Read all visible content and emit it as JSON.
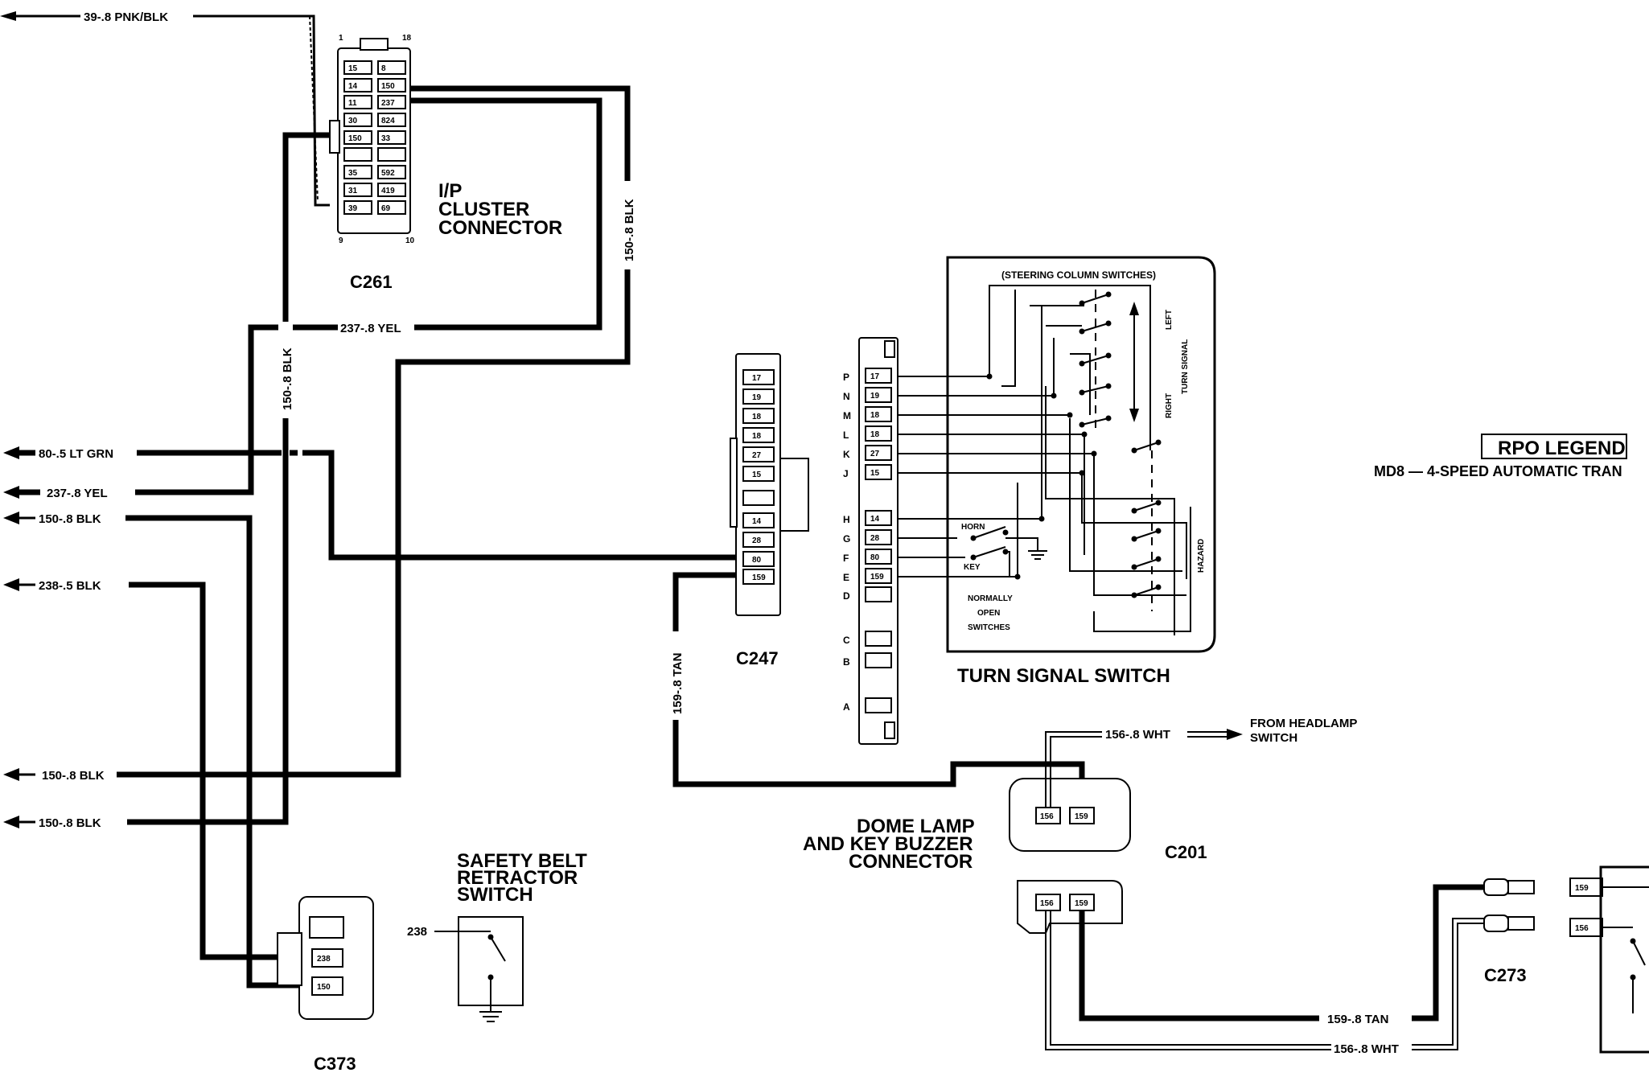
{
  "wires_left": [
    {
      "id": "w39",
      "label": "39-.8 PNK/BLK"
    },
    {
      "id": "w80",
      "label": "80-.5 LT GRN"
    },
    {
      "id": "w237",
      "label": "237-.8 YEL"
    },
    {
      "id": "w150a",
      "label": "150-.8 BLK"
    },
    {
      "id": "w238",
      "label": "238-.5 BLK"
    },
    {
      "id": "w150b",
      "label": "150-.8 BLK"
    },
    {
      "id": "w150c",
      "label": "150-.8 BLK"
    }
  ],
  "inline_labels": {
    "l237": "237-.8 YEL",
    "l150v": "150-.8 BLK",
    "l150v2": "150-.8 BLK",
    "l159tan": "159-.8 TAN",
    "l156wht": "156-.8 WHT",
    "l159tan2": "159-.8 TAN",
    "l156wht2": "156-.8 WHT",
    "l238": "238"
  },
  "c261": {
    "id": "C261",
    "title_lines": [
      "I/P",
      "CLUSTER",
      "CONNECTOR"
    ],
    "corner_nums": [
      "1",
      "18",
      "9",
      "10"
    ],
    "left_pins": [
      "15",
      "14",
      "11",
      "30",
      "150",
      "",
      "35",
      "31",
      "39"
    ],
    "right_pins": [
      "8",
      "150",
      "237",
      "824",
      "33",
      "",
      "592",
      "419",
      "69"
    ]
  },
  "c247": {
    "id": "C247",
    "pins": [
      "17",
      "19",
      "18",
      "18",
      "27",
      "15",
      "",
      "14",
      "28",
      "80",
      "159"
    ]
  },
  "tss": {
    "title": "TURN SIGNAL SWITCH",
    "header": "(STEERING COLUMN SWITCHES)",
    "letters": [
      "P",
      "N",
      "M",
      "L",
      "K",
      "J",
      "H",
      "G",
      "F",
      "E",
      "D",
      "C",
      "B",
      "A"
    ],
    "pins": [
      "17",
      "19",
      "18",
      "18",
      "27",
      "15",
      "14",
      "28",
      "80",
      "159"
    ],
    "horn": "HORN",
    "key": "KEY",
    "left": "LEFT",
    "right": "RIGHT",
    "turn_signal": "TURN SIGNAL",
    "hazard": "HAZARD",
    "note_lines": [
      "NORMALLY",
      "OPEN",
      "SWITCHES"
    ]
  },
  "rpo": {
    "title": "RPO LEGEND",
    "line": "MD8 — 4-SPEED AUTOMATIC TRAN"
  },
  "c201": {
    "id": "C201",
    "title_lines": [
      "DOME LAMP",
      "AND KEY BUZZER",
      "CONNECTOR"
    ],
    "pins_top": [
      "156",
      "159"
    ],
    "pins_bottom": [
      "156",
      "159"
    ],
    "from_lines": [
      "FROM HEADLAMP",
      "SWITCH"
    ]
  },
  "c373": {
    "id": "C373",
    "pins": [
      "238",
      "150"
    ]
  },
  "seatbelt": {
    "title_lines": [
      "SAFETY BELT",
      "RETRACTOR",
      "SWITCH"
    ]
  },
  "c273": {
    "id": "C273",
    "pins": [
      "159",
      "156"
    ]
  }
}
